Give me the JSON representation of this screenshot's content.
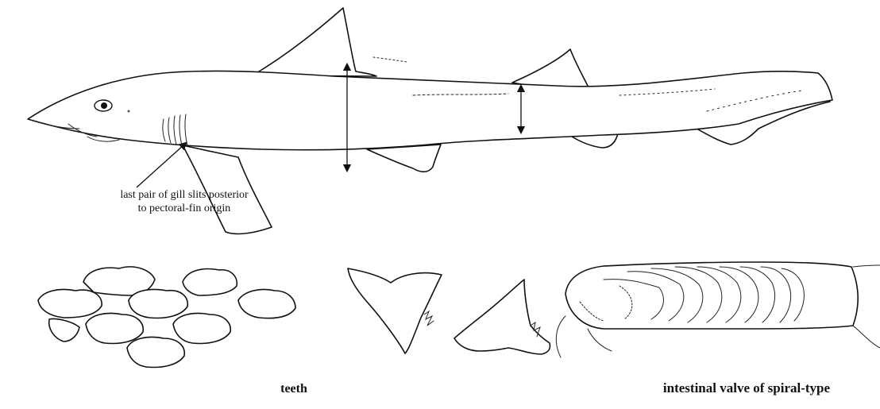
{
  "labels": {
    "gill_callout_line1": "last pair of gill slits posterior",
    "gill_callout_line2": "to pectoral-fin origin",
    "teeth_caption": "teeth",
    "intestinal_caption": "intestinal valve of spiral-type"
  },
  "colors": {
    "ink": "#111111",
    "background": "#ffffff"
  }
}
